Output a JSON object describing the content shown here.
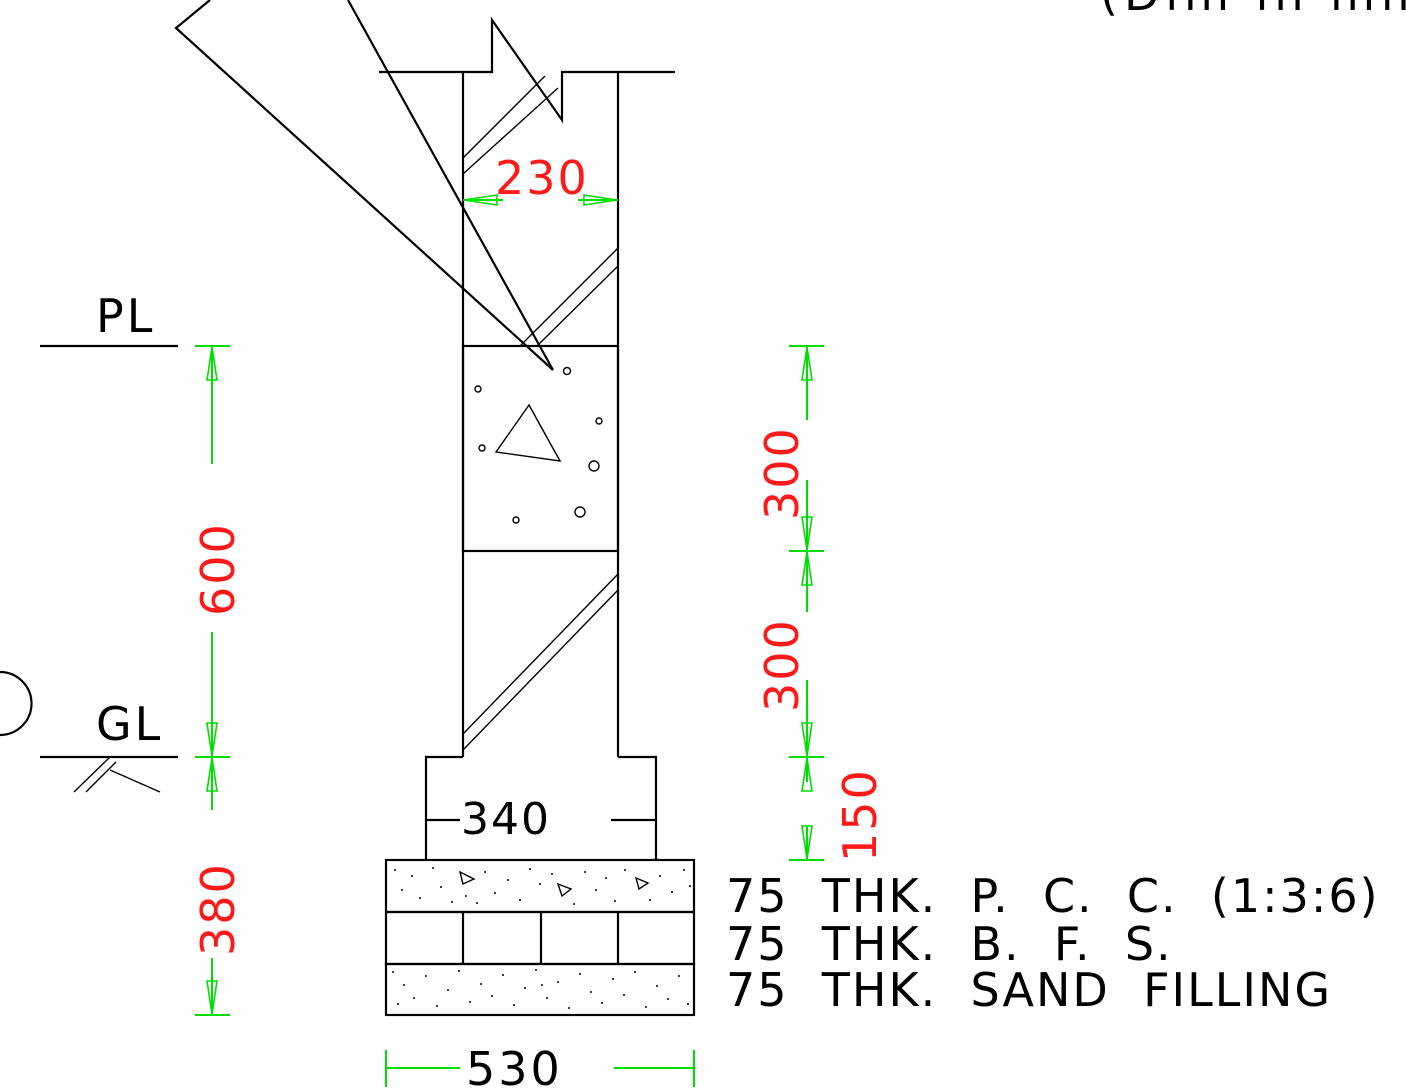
{
  "header_fragment": "(Dim in mm",
  "levels": {
    "plinth": "PL",
    "ground": "GL"
  },
  "dimensions": {
    "wall_thickness": "230",
    "plinth_height": "600",
    "foundation_depth": "380",
    "plinth_beam": "300",
    "wall_above_gl": "300",
    "footing_step": "150",
    "footing_width": "340",
    "base_width": "530"
  },
  "layers": [
    "75  THK.  P.  C.  C.  (1:3:6)",
    "75  THK.  B.  F.  S.",
    "75  THK.  SAND  FILLING"
  ],
  "colors": {
    "lines": "#000000",
    "dimension_lines": "#00dd00",
    "dimension_text": "#ff1a1a"
  }
}
